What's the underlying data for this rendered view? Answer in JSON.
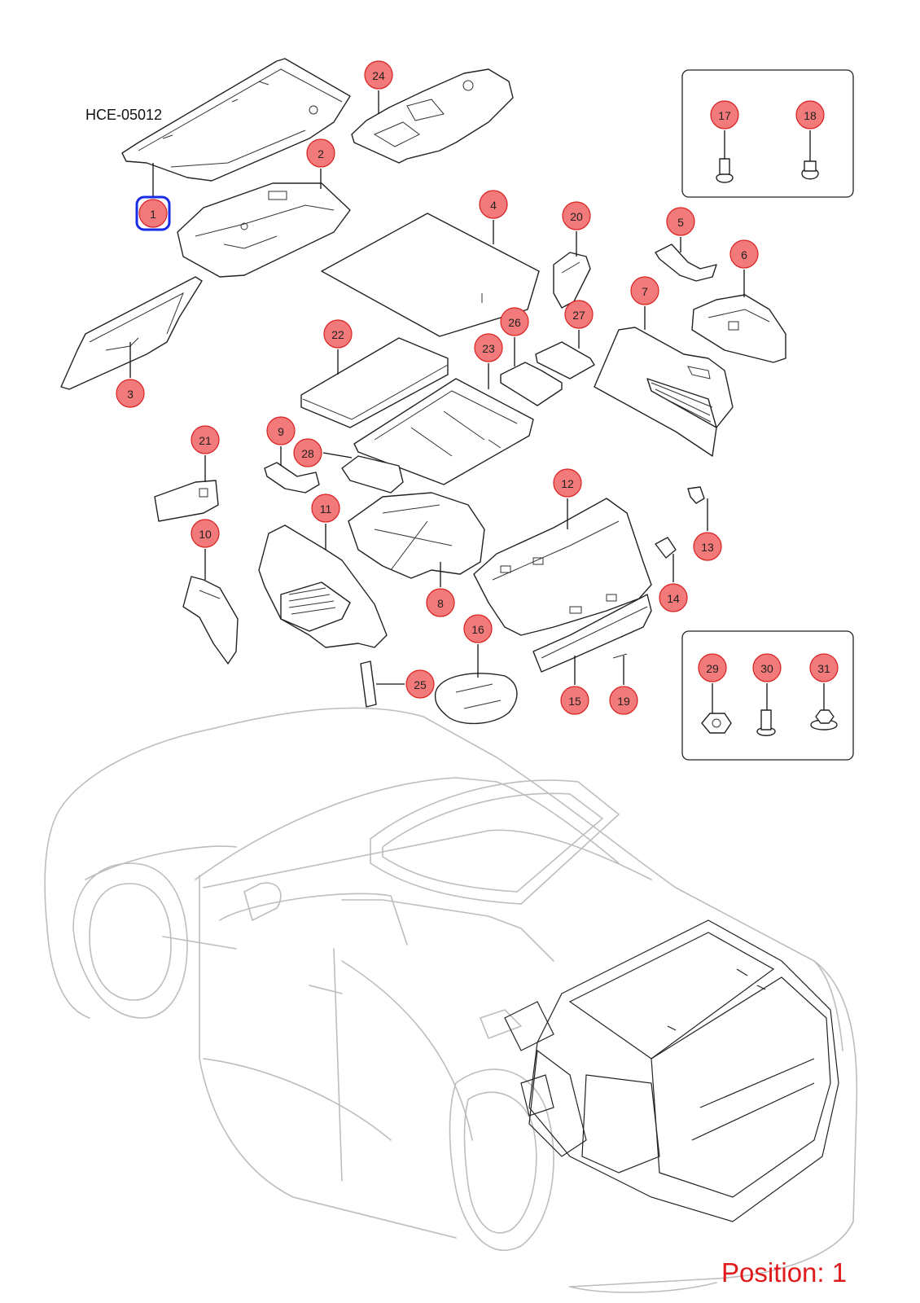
{
  "part_code": "HCE-05012",
  "position": {
    "label": "Position:",
    "value": "1"
  },
  "colors": {
    "callout_fill": "#f37a7a",
    "callout_stroke": "#d82020",
    "selected_stroke": "#1a2be6",
    "position_text": "#e11b1b",
    "car_outline": "#bdbdbd"
  },
  "selected_callout": "1",
  "callouts": [
    "1",
    "2",
    "3",
    "4",
    "5",
    "6",
    "7",
    "8",
    "9",
    "10",
    "11",
    "12",
    "13",
    "14",
    "15",
    "16",
    "17",
    "18",
    "19",
    "20",
    "21",
    "22",
    "23",
    "24",
    "25",
    "26",
    "27",
    "28",
    "29",
    "30",
    "31"
  ]
}
